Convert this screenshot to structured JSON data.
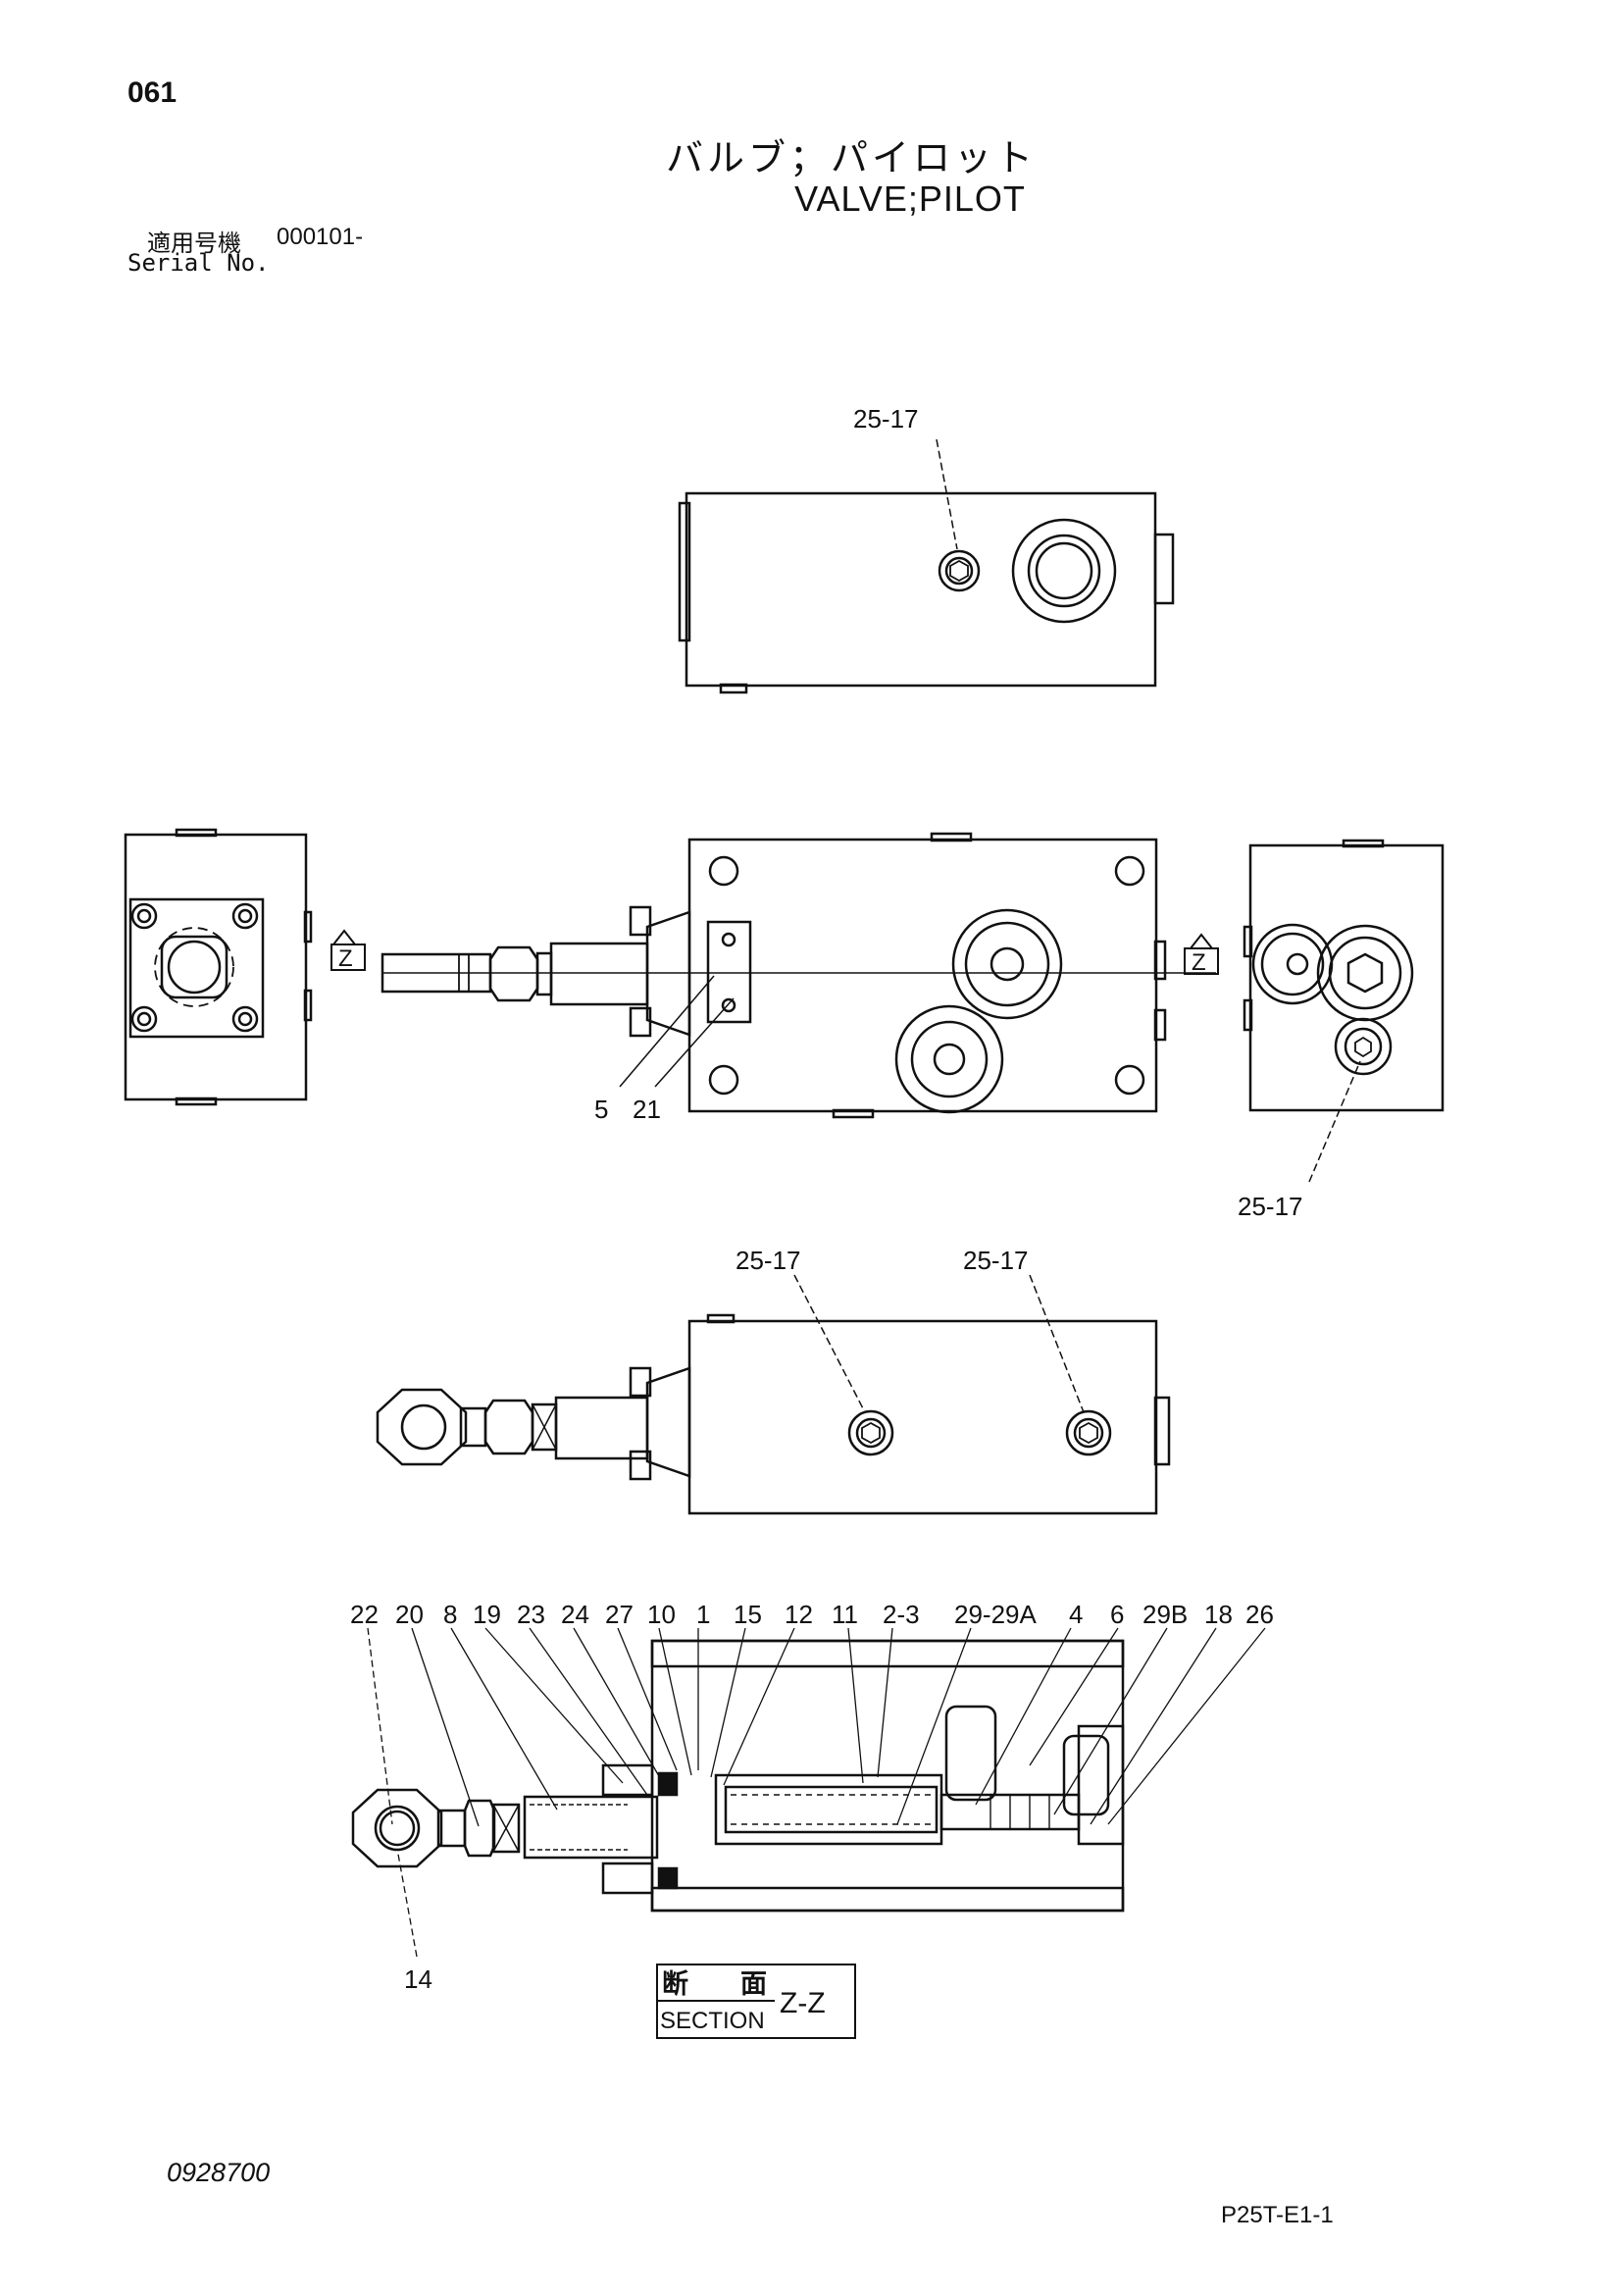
{
  "header": {
    "page_number": "061",
    "title_jp": "バルブ；パイロット",
    "title_en": "VALVE;PILOT",
    "serial_label_jp": "適用号機",
    "serial_value": "000101-",
    "serial_label_en": "Serial No."
  },
  "callouts": {
    "top_view_plug": "25-17",
    "front_left_5": "5",
    "front_left_21": "21",
    "side_plug": "25-17",
    "bottom_plug_a": "25-17",
    "bottom_plug_b": "25-17",
    "section_labels": [
      "22",
      "20",
      "8",
      "19",
      "23",
      "24",
      "27",
      "10",
      "1",
      "15",
      "12",
      "11",
      "2-3",
      "29-29A",
      "4",
      "6",
      "29B",
      "18",
      "26"
    ],
    "section_bottom": "14",
    "view_marker": "Z"
  },
  "section_box": {
    "jp_left": "断",
    "jp_right": "面",
    "en": "SECTION",
    "mark": "Z-Z"
  },
  "footer": {
    "doc_number": "0928700",
    "sheet_code": "P25T-E1-1"
  }
}
